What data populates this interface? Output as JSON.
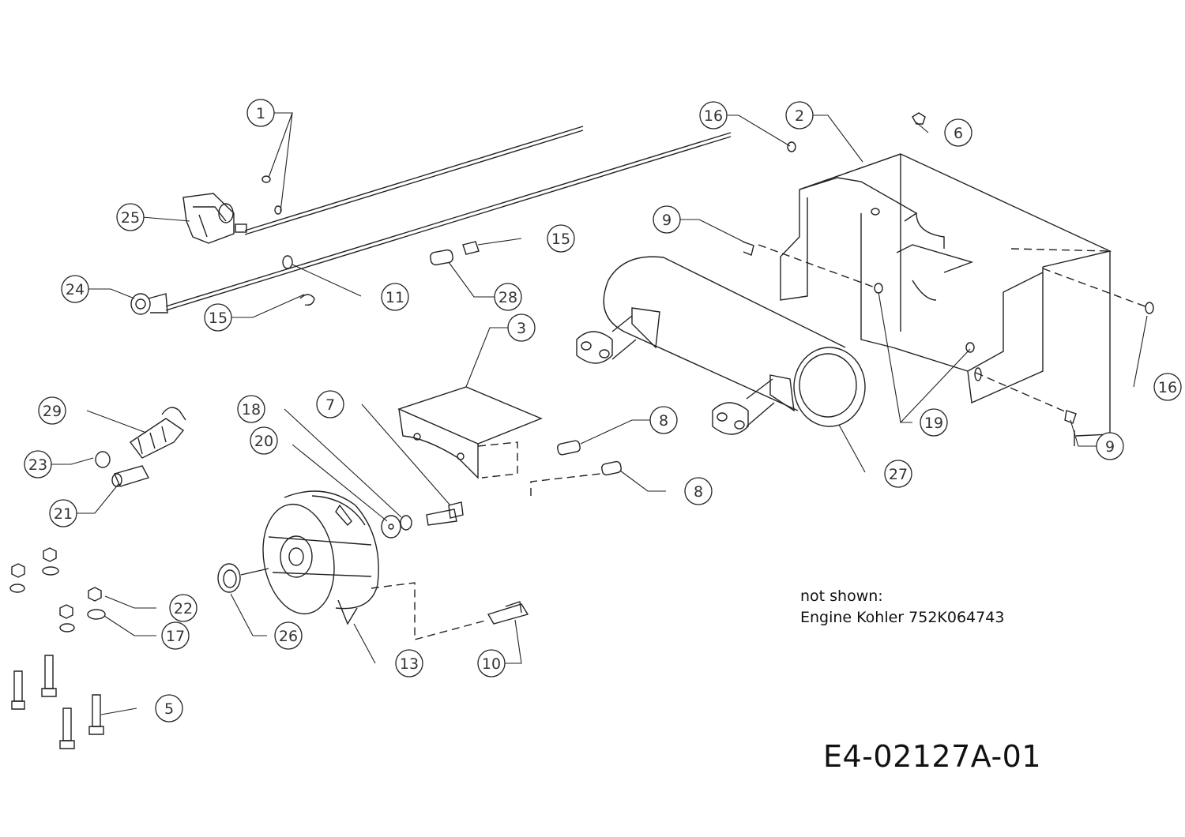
{
  "note": {
    "line1": "not shown:",
    "line2": "Engine Kohler 752K064743"
  },
  "diagram_code": "E4-02127A-01",
  "callouts": [
    {
      "label": "1"
    },
    {
      "label": "2"
    },
    {
      "label": "6"
    },
    {
      "label": "16"
    },
    {
      "label": "25"
    },
    {
      "label": "9"
    },
    {
      "label": "15"
    },
    {
      "label": "24"
    },
    {
      "label": "11"
    },
    {
      "label": "15"
    },
    {
      "label": "28"
    },
    {
      "label": "3"
    },
    {
      "label": "16"
    },
    {
      "label": "29"
    },
    {
      "label": "18"
    },
    {
      "label": "7"
    },
    {
      "label": "8"
    },
    {
      "label": "19"
    },
    {
      "label": "9"
    },
    {
      "label": "20"
    },
    {
      "label": "23"
    },
    {
      "label": "8"
    },
    {
      "label": "27"
    },
    {
      "label": "21"
    },
    {
      "label": "22"
    },
    {
      "label": "17"
    },
    {
      "label": "26"
    },
    {
      "label": "13"
    },
    {
      "label": "10"
    },
    {
      "label": "5"
    }
  ]
}
